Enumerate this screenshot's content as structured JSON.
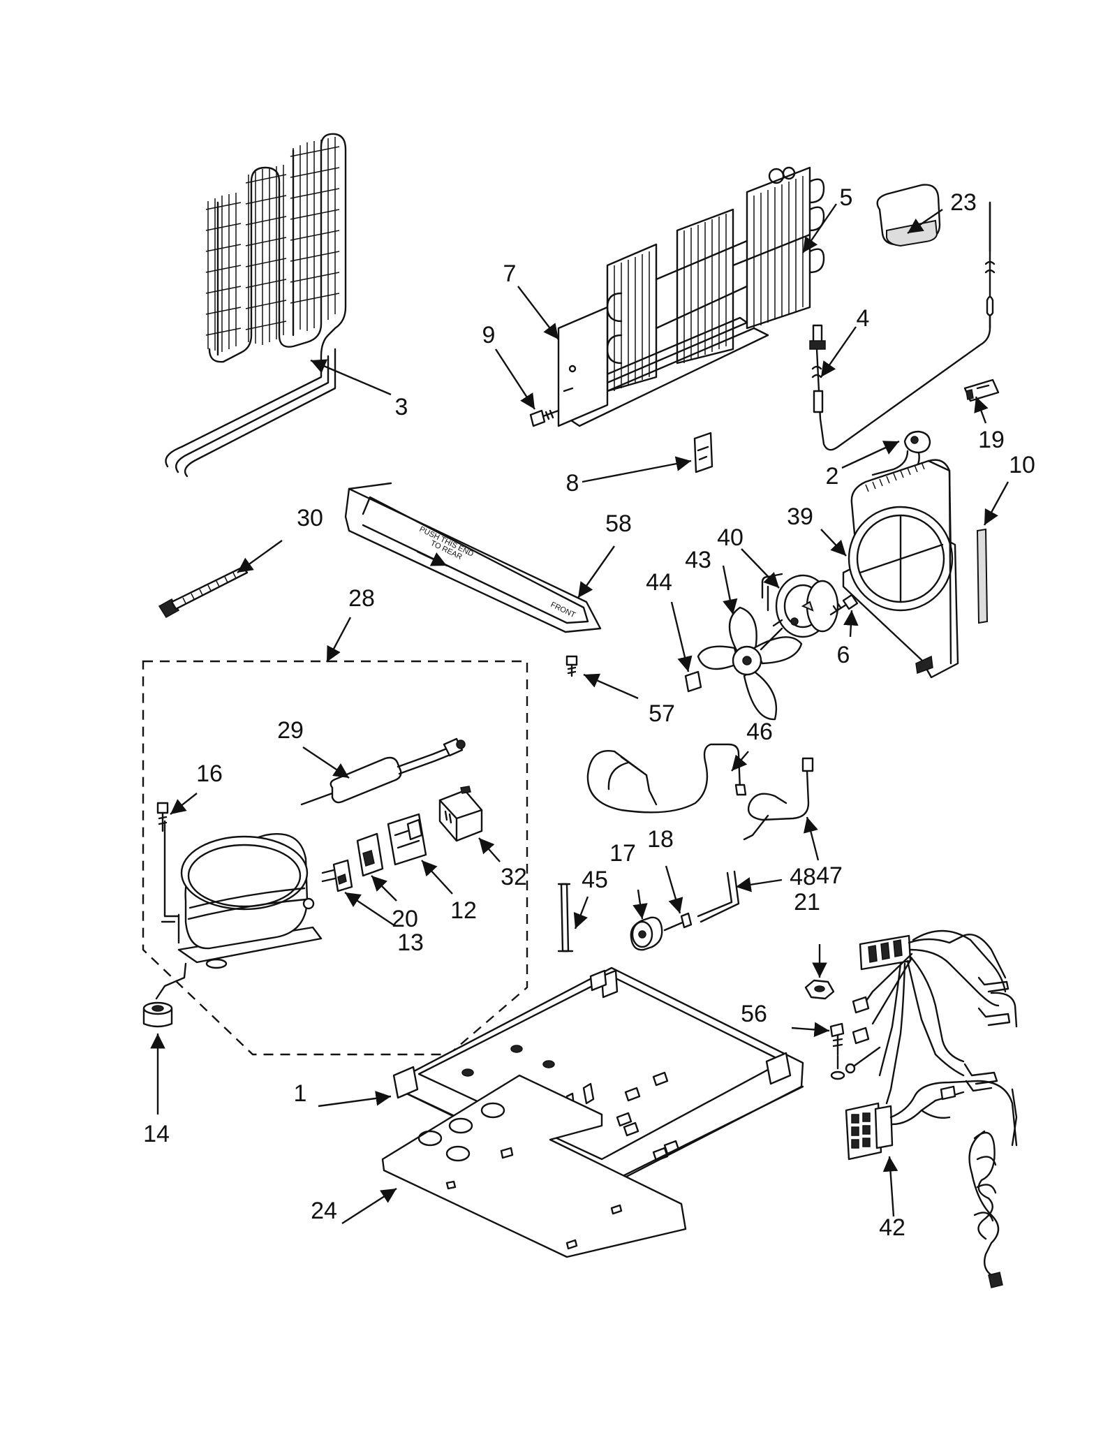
{
  "diagram": {
    "part_labels": [
      "1",
      "2",
      "3",
      "4",
      "5",
      "6",
      "7",
      "8",
      "9",
      "10",
      "12",
      "13",
      "14",
      "16",
      "17",
      "18",
      "19",
      "20",
      "21",
      "23",
      "24",
      "28",
      "29",
      "30",
      "32",
      "39",
      "40",
      "42",
      "43",
      "44",
      "45",
      "46",
      "47",
      "48",
      "56",
      "57",
      "58"
    ],
    "tray_text": {
      "line1": "PUSH THIS END",
      "line2": "TO REAR",
      "front": "FRONT"
    }
  }
}
